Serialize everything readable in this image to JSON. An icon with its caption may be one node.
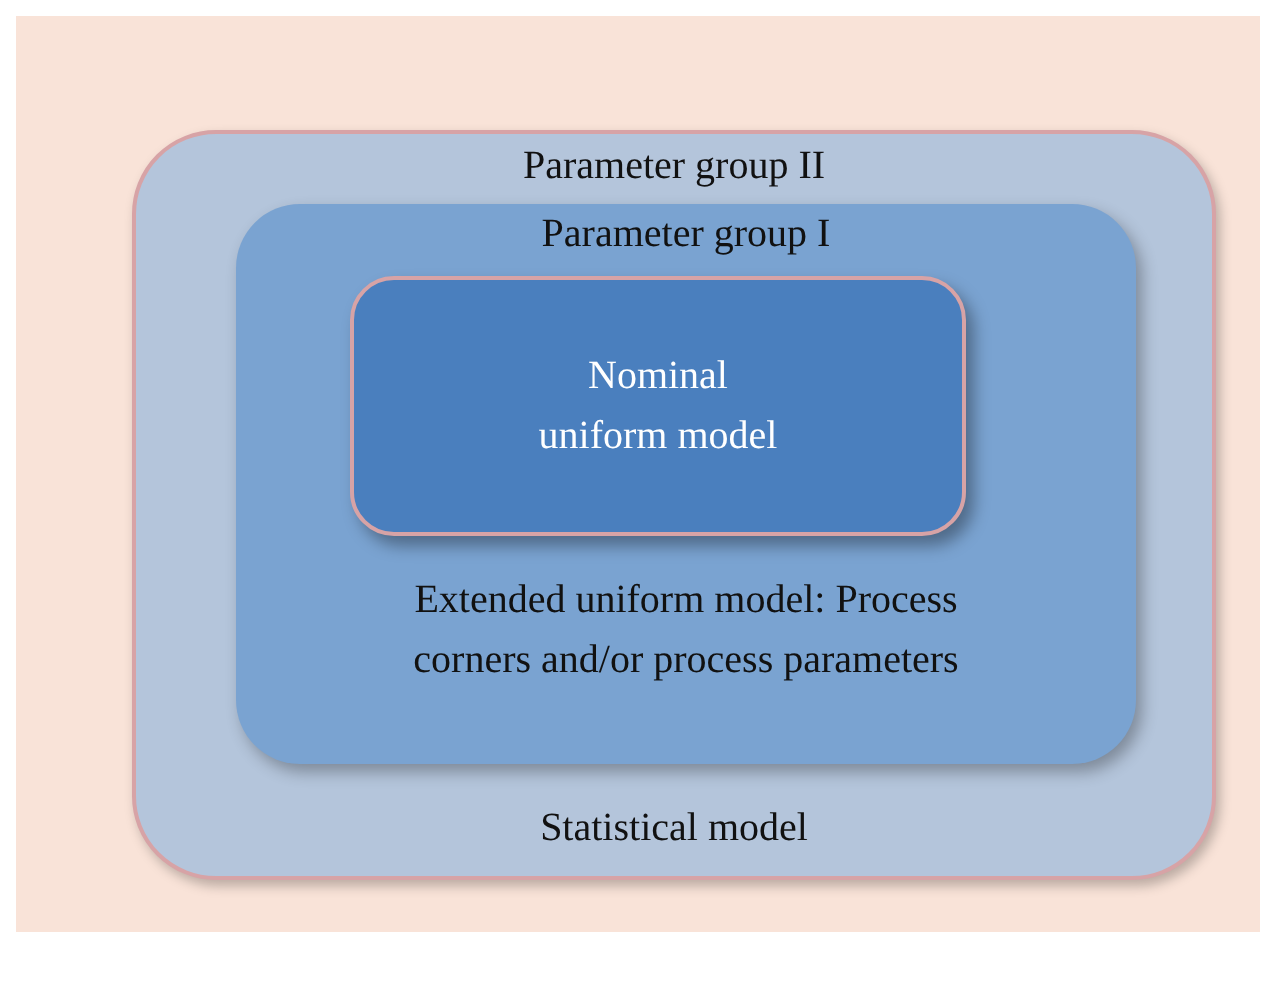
{
  "diagram": {
    "nodes": [
      {
        "text": [
          "Parameter group II",
          "Statistical model"
        ]
      },
      {
        "text": [
          "Parameter group I",
          "Extended uniform model: Process corners and/or process parameters"
        ],
        "in": 0
      },
      {
        "text": [
          "Nominal uniform model"
        ],
        "in": 1
      }
    ]
  }
}
